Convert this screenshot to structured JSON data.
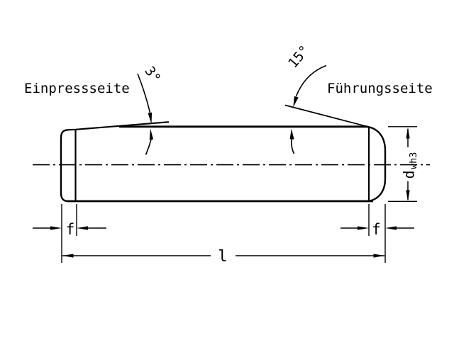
{
  "labels": {
    "press_side": "Einpressseite",
    "guide_side": "Führungsseite",
    "press_angle": "3°",
    "guide_angle": "15°",
    "chamfer_left": "f",
    "chamfer_right": "f",
    "pin_length": "l",
    "diameter_symbol": "d",
    "diameter_subscript": "wh3"
  },
  "colors": {
    "line": "#000000",
    "background": "#ffffff"
  }
}
